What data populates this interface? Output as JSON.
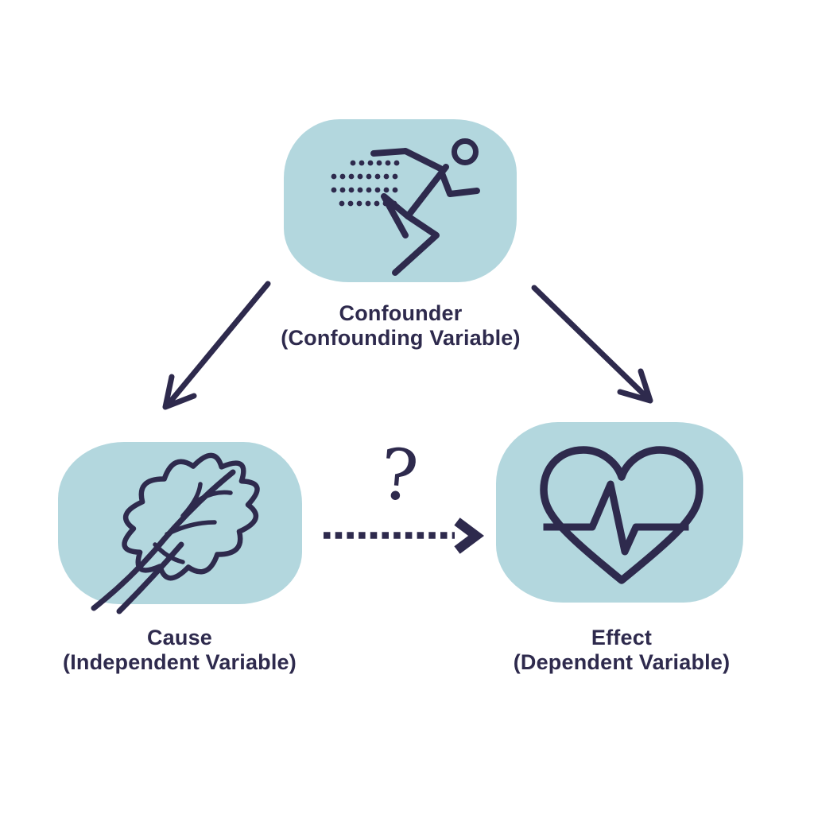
{
  "colors": {
    "background": "#ffffff",
    "box_fill": "#b3d7de",
    "ink": "#2e2a4d"
  },
  "nodes": {
    "confounder": {
      "title": "Confounder",
      "subtitle": "(Confounding Variable)",
      "icon": "running-person-icon"
    },
    "cause": {
      "title": "Cause",
      "subtitle": "(Independent Variable)",
      "icon": "kale-leaf-icon"
    },
    "effect": {
      "title": "Effect",
      "subtitle": "(Dependent Variable)",
      "icon": "heart-heartbeat-icon"
    }
  },
  "connectors": {
    "question_mark": "?"
  }
}
